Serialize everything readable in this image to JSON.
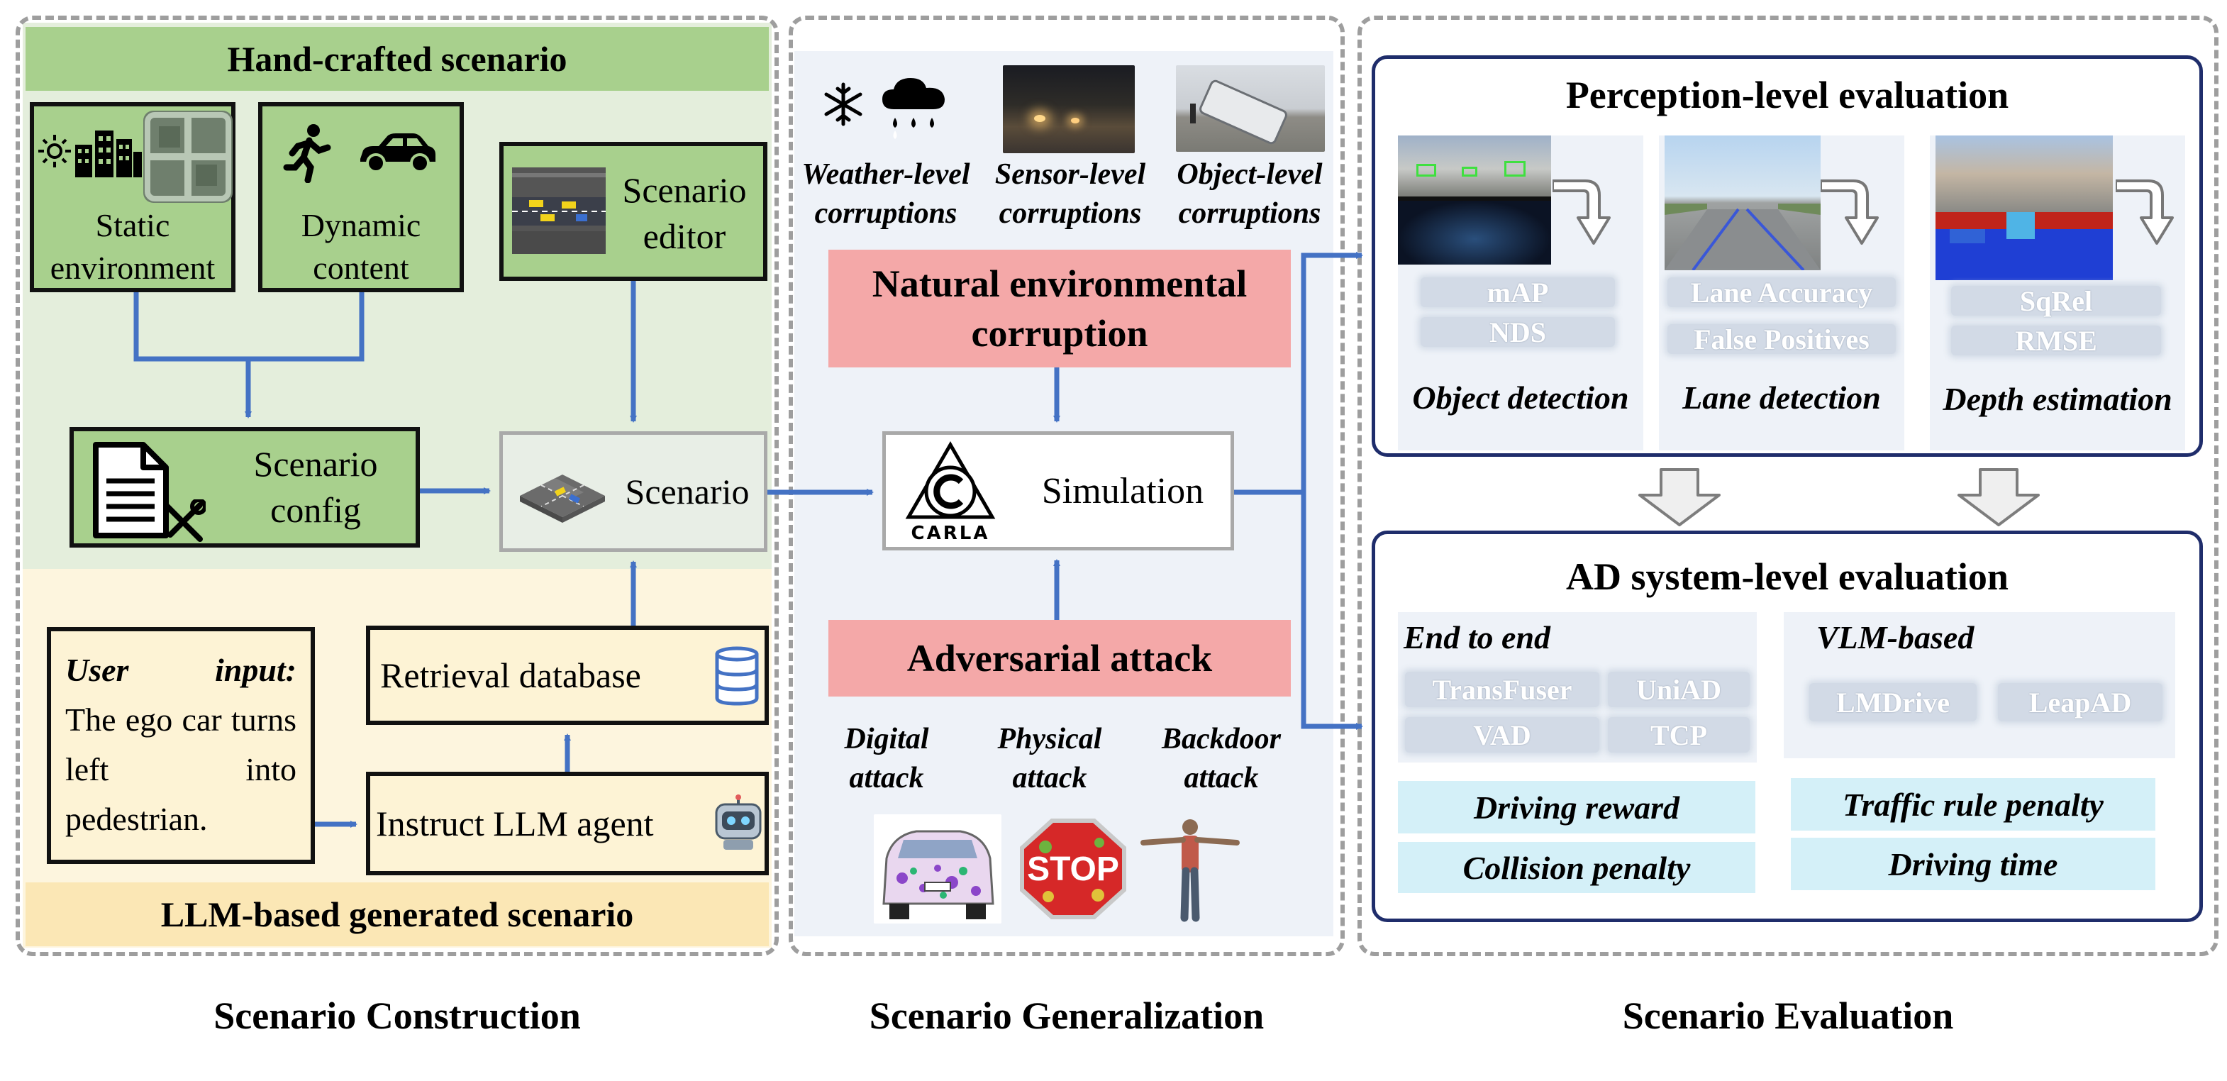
{
  "construction": {
    "handcrafted_title": "Hand-crafted scenario",
    "static_label": "Static environment",
    "dynamic_label": "Dynamic content",
    "editor_label": "Scenario editor",
    "config_label": "Scenario config",
    "scenario_label": "Scenario",
    "retrieval_label": "Retrieval database",
    "instruct_label": "Instruct LLM agent",
    "user_input_head": "User input:",
    "user_input_body": "The ego car turns left into pedestrian.",
    "llm_title": "LLM-based generated scenario",
    "section_label": "Scenario Construction"
  },
  "generalization": {
    "weather_label": "Weather-level corruptions",
    "sensor_label": "Sensor-level corruptions",
    "object_label": "Object-level corruptions",
    "natural_label": "Natural environmental corruption",
    "simulation_label": "Simulation",
    "carla_logo": "CARLA",
    "adversarial_label": "Adversarial attack",
    "digital_label": "Digital attack",
    "physical_label": "Physical attack",
    "backdoor_label": "Backdoor attack",
    "stop_text": "STOP",
    "section_label": "Scenario Generalization"
  },
  "evaluation": {
    "perception_title": "Perception-level evaluation",
    "object_detection": {
      "metrics": [
        "mAP",
        "NDS"
      ],
      "label": "Object detection"
    },
    "lane_detection": {
      "metrics": [
        "Lane Accuracy",
        "False Positives"
      ],
      "label": "Lane detection"
    },
    "depth_estimation": {
      "metrics": [
        "SqRel",
        "RMSE"
      ],
      "label": "Depth estimation"
    },
    "ad_title": "AD system-level evaluation",
    "end_to_end": {
      "title": "End to end",
      "models": [
        "TransFuser",
        "UniAD",
        "VAD",
        "TCP"
      ]
    },
    "vlm_based": {
      "title": "VLM-based",
      "models": [
        "LMDrive",
        "LeapAD"
      ]
    },
    "metrics_left": [
      "Driving reward",
      "Collision penalty"
    ],
    "metrics_right": [
      "Traffic rule penalty",
      "Driving time"
    ],
    "section_label": "Scenario Evaluation"
  },
  "colors": {
    "arrow": "#4472c4",
    "green_box": "#a8d08d",
    "pink_box": "#f4a8a8",
    "cyan_box": "#d4f0f8",
    "navy_border": "#1f2d6b"
  }
}
